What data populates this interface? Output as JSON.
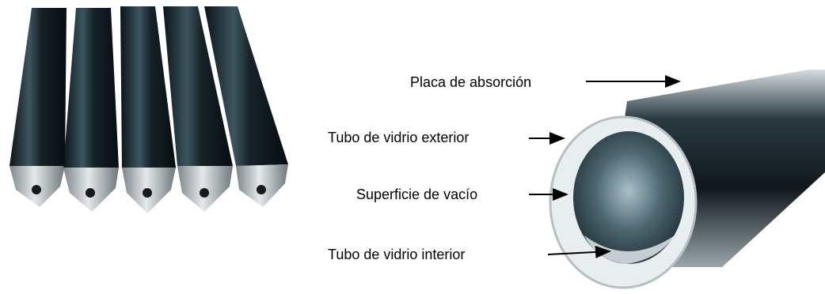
{
  "labels": {
    "absorber_plate": "Placa de absorción",
    "outer_glass_tube": "Tubo de vidrio exterior",
    "vacuum_surface": "Superficie de vacío",
    "inner_glass_tube": "Tubo de vidrio interior"
  },
  "colors": {
    "tube_dark": "#0f1c22",
    "tube_highlight": "#5d7480",
    "cap_silver": "#c9cfd2",
    "glass_rim": "#dfe6ea",
    "inner_blue": "#6f8c98",
    "text": "#000000"
  }
}
